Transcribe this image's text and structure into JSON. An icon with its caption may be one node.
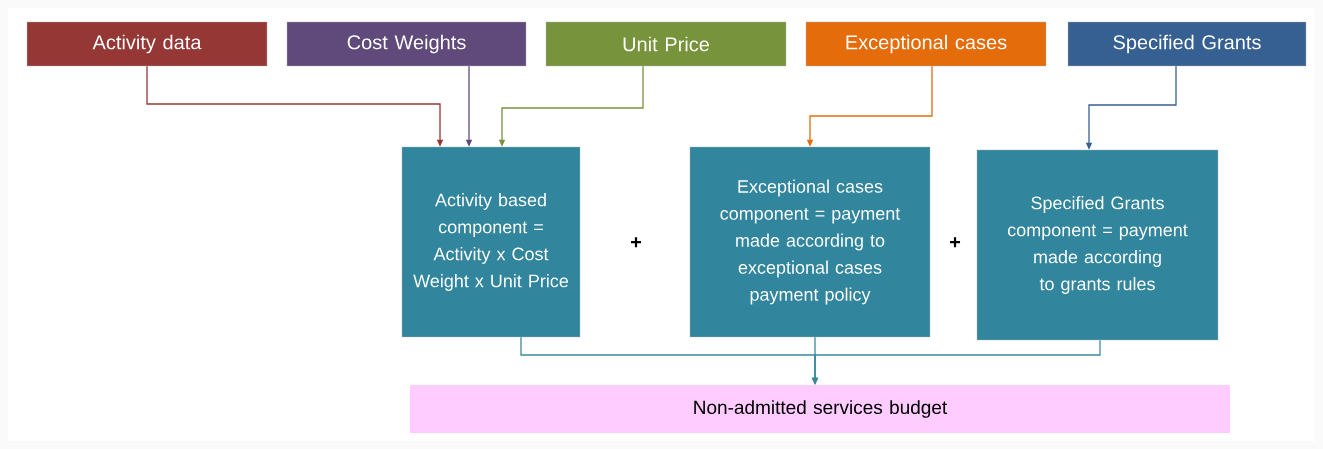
{
  "diagram": {
    "nodes": [
      {
        "text": [
          "Activity data"
        ]
      },
      {
        "text": [
          "Cost Weights"
        ]
      },
      {
        "text": [
          "Unit Price"
        ]
      },
      {
        "text": [
          "Exceptional cases"
        ]
      },
      {
        "text": [
          "Specified Grants"
        ]
      },
      {
        "text": [
          "Activity based component = Activity x Cost Weight x Unit Price"
        ]
      },
      {
        "text": [
          "Exceptional cases component = payment made according to exceptional cases payment policy"
        ]
      },
      {
        "text": [
          "Specified Grants component = payment made according to grants rules"
        ]
      },
      {
        "text": [
          "Non-admitted services budget"
        ]
      }
    ],
    "edges": [
      {
        "from": 0,
        "to": 5,
        "arrow": "to",
        "color": "#953735"
      },
      {
        "from": 1,
        "to": 5,
        "arrow": "to",
        "color": "#604a7b"
      },
      {
        "from": 2,
        "to": 5,
        "arrow": "to",
        "color": "#77933c"
      },
      {
        "from": 3,
        "to": 6,
        "arrow": "to",
        "color": "#e46c0a"
      },
      {
        "from": 4,
        "to": 7,
        "arrow": "to",
        "color": "#376092"
      },
      {
        "from": 5,
        "to": 8,
        "arrow": "to"
      },
      {
        "from": 6,
        "to": 8,
        "arrow": "to"
      },
      {
        "from": 7,
        "to": 8,
        "arrow": "to"
      }
    ],
    "labels": [
      "+",
      "+"
    ]
  }
}
